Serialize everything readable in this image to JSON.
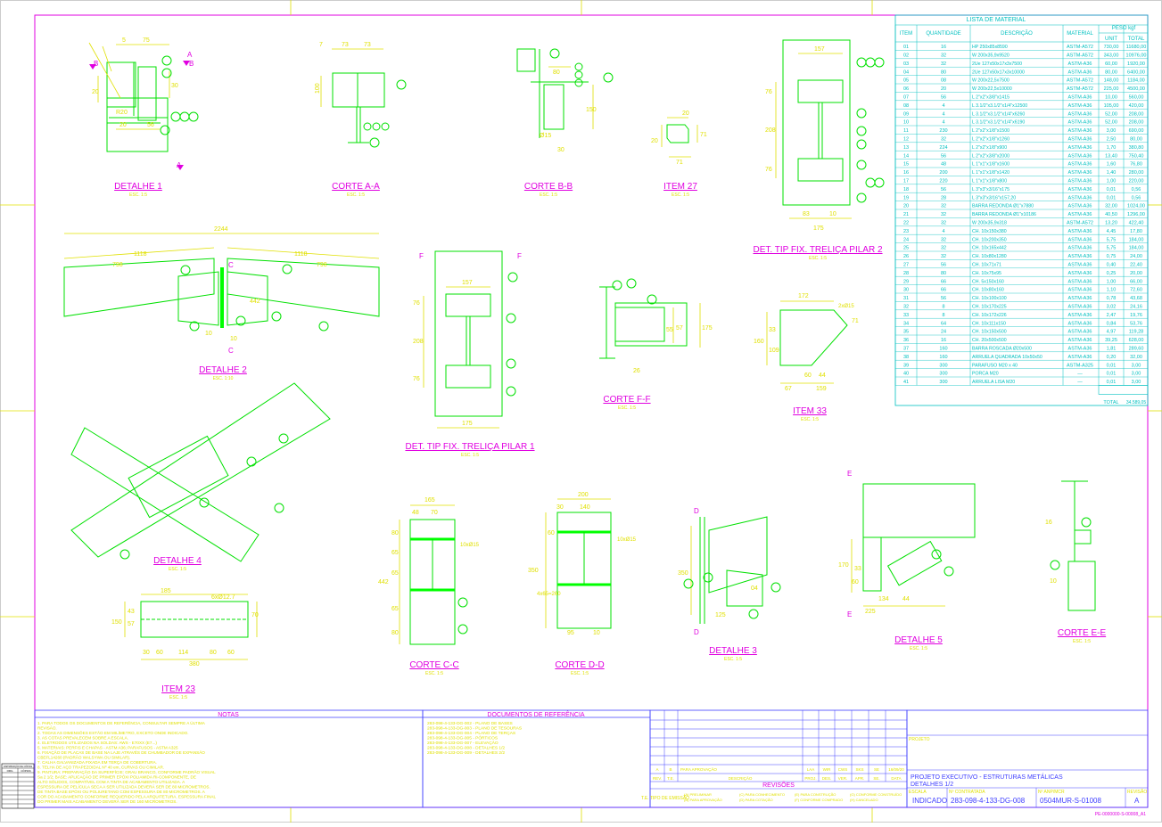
{
  "sheet": {
    "ids_drawing_code": "PE-0000000-S-00008_A1"
  },
  "views": {
    "detalhe1": {
      "title": "DETALHE 1",
      "scale": "ESC. 1:5",
      "sec_a": "A",
      "sec_b": "B"
    },
    "cortea": {
      "title": "CORTE A-A",
      "scale": "ESC. 1:5"
    },
    "corteb": {
      "title": "CORTE B-B",
      "scale": "ESC. 1:5"
    },
    "item27": {
      "title": "ITEM 27",
      "scale": "ESC. 1:5"
    },
    "dettip2": {
      "title": "DET. TIP FIX. TRELIÇA PILAR 2",
      "scale": "ESC. 1:5"
    },
    "detalhe2": {
      "title": "DETALHE 2",
      "scale": "ESC. 1:10",
      "sec_c": "C"
    },
    "dettip1": {
      "title": "DET. TIP FIX. TRELIÇA PILAR 1",
      "scale": "ESC. 1:5",
      "sec_f": "F"
    },
    "cortef": {
      "title": "CORTE F-F",
      "scale": "ESC. 1:5"
    },
    "item33": {
      "title": "ITEM 33",
      "scale": "ESC. 1:5"
    },
    "detalhe4": {
      "title": "DETALHE 4",
      "scale": "ESC. 1:5"
    },
    "item23": {
      "title": "ITEM 23",
      "scale": "ESC. 1:5"
    },
    "cortec": {
      "title": "CORTE C-C",
      "scale": "ESC. 1:5"
    },
    "corted": {
      "title": "CORTE D-D",
      "scale": "ESC. 1:5"
    },
    "detalhe3": {
      "title": "DETALHE 3",
      "scale": "ESC. 1:5",
      "sec_d": "D"
    },
    "detalhe5": {
      "title": "DETALHE 5",
      "scale": "ESC. 1:5",
      "sec_e": "E"
    },
    "cortee": {
      "title": "CORTE E-E",
      "scale": "ESC. 1:5"
    }
  },
  "dims": {
    "d1": [
      "5",
      "75",
      "20",
      "30",
      "20",
      "56",
      "R20"
    ],
    "ca": [
      "7",
      "73",
      "73",
      "100"
    ],
    "cb": [
      "80",
      "150",
      "30",
      "Ø15"
    ],
    "i27": [
      "20",
      "20",
      "71",
      "71"
    ],
    "t2": [
      "157",
      "76",
      "208",
      "76",
      "83",
      "10",
      "175"
    ],
    "d2": [
      "2244",
      "1118",
      "798",
      "1118",
      "798",
      "442",
      "10",
      "10"
    ],
    "t1": [
      "157",
      "76",
      "208",
      "76",
      "175"
    ],
    "cf": [
      "55",
      "57",
      "175",
      "26"
    ],
    "i33": [
      "172",
      "2xØ15",
      "71",
      "160",
      "33",
      "109",
      "60",
      "44",
      "67",
      "159"
    ],
    "i23": [
      "185",
      "6xØ12.7",
      "150",
      "57",
      "43",
      "70",
      "30",
      "60",
      "114",
      "80",
      "60",
      "380"
    ],
    "cc": [
      "165",
      "48",
      "70",
      "10xØ15",
      "80",
      "65",
      "65",
      "65",
      "80",
      "442"
    ],
    "cd": [
      "200",
      "30",
      "140",
      "10xØ15",
      "60",
      "350",
      "4x65=260",
      "95",
      "10"
    ],
    "d3": [
      "350",
      "04",
      "125"
    ],
    "d5": [
      "170",
      "60",
      "33",
      "134",
      "44",
      "225"
    ],
    "ce": [
      "16",
      "10"
    ]
  },
  "material_list": {
    "title": "LISTA DE MATERIAL",
    "headers": {
      "item": "ITEM",
      "qty": "QUANTIDADE",
      "desc": "DESCRIÇÃO",
      "mat": "MATERIAL",
      "peso": "PESO kgf",
      "unit": "UNIT",
      "total": "TOTAL"
    },
    "rows": [
      [
        "01",
        "16",
        "HP 250x85x8590",
        "ASTM-A572",
        "730,00",
        "11680,00"
      ],
      [
        "02",
        "32",
        "W 200x35,9x9520",
        "ASTM-A572",
        "343,00",
        "10976,00"
      ],
      [
        "03",
        "32",
        "2Ue 127x50x17x3x7500",
        "ASTM-A36",
        "60,00",
        "1920,00"
      ],
      [
        "04",
        "80",
        "2Ue 127x50x17x3x10000",
        "ASTM-A36",
        "80,00",
        "6400,00"
      ],
      [
        "05",
        "08",
        "W 200x22,5x7500",
        "ASTM-A572",
        "148,00",
        "1184,00"
      ],
      [
        "06",
        "20",
        "W 200x22,5x10000",
        "ASTM-A572",
        "225,00",
        "4500,00"
      ],
      [
        "07",
        "56",
        "L 2\"x2\"x3/8\"x1415",
        "ASTM-A36",
        "10,00",
        "560,00"
      ],
      [
        "08",
        "4",
        "L 3.1/2\"x3.1/2\"x1/4\"x12500",
        "ASTM-A36",
        "105,00",
        "420,00"
      ],
      [
        "09",
        "4",
        "L 3.1/2\"x3.1/2\"x1/4\"x6260",
        "ASTM-A36",
        "52,00",
        "208,00"
      ],
      [
        "10",
        "4",
        "L 3.1/2\"x3.1/2\"x1/4\"x6190",
        "ASTM-A36",
        "52,00",
        "208,00"
      ],
      [
        "11",
        "230",
        "L 2\"x2\"x1/8\"x1500",
        "ASTM-A36",
        "3,00",
        "690,00"
      ],
      [
        "12",
        "32",
        "L 2\"x2\"x1/8\"x1260",
        "ASTM-A36",
        "2,50",
        "80,00"
      ],
      [
        "13",
        "224",
        "L 2\"x2\"x1/8\"x900",
        "ASTM-A36",
        "1,70",
        "380,80"
      ],
      [
        "14",
        "56",
        "L 2\"x2\"x3/8\"x2000",
        "ASTM-A36",
        "13,40",
        "750,40"
      ],
      [
        "15",
        "48",
        "L 1\"x1\"x1/8\"x1600",
        "ASTM-A36",
        "1,60",
        "76,80"
      ],
      [
        "16",
        "200",
        "L 1\"x1\"x1/8\"x1420",
        "ASTM-A36",
        "1,40",
        "280,00"
      ],
      [
        "17",
        "220",
        "L 1\"x1\"x1/8\"x800",
        "ASTM-A36",
        "1,00",
        "220,00"
      ],
      [
        "18",
        "56",
        "L 3\"x3\"x3/16\"x175",
        "ASTM-A36",
        "0,01",
        "0,56"
      ],
      [
        "19",
        "28",
        "L 3\"x3\"x3/16\"x157,20",
        "ASTM-A36",
        "0,01",
        "0,56"
      ],
      [
        "20",
        "32",
        "BARRA REDONDA Ø1\"x7880",
        "ASTM-A36",
        "32,00",
        "1024,00"
      ],
      [
        "21",
        "32",
        "BARRA REDONDA Ø1\"x10186",
        "ASTM-A36",
        "40,50",
        "1296,00"
      ],
      [
        "22",
        "32",
        "W 200x35,9x318",
        "ASTM-A572",
        "13,20",
        "422,40"
      ],
      [
        "23",
        "4",
        "CH. 10x150x380",
        "ASTM-A36",
        "4,45",
        "17,80"
      ],
      [
        "24",
        "32",
        "CH. 10x200x350",
        "ASTM-A36",
        "5,75",
        "184,00"
      ],
      [
        "25",
        "32",
        "CH. 10x165x442",
        "ASTM-A36",
        "5,75",
        "184,00"
      ],
      [
        "26",
        "32",
        "CH. 10x80x1280",
        "ASTM-A36",
        "0,75",
        "24,00"
      ],
      [
        "27",
        "56",
        "CH. 10x71x71",
        "ASTM-A36",
        "0,40",
        "22,40"
      ],
      [
        "28",
        "80",
        "CH. 10x75x95",
        "ASTM-A36",
        "0,25",
        "20,00"
      ],
      [
        "29",
        "66",
        "CH. 5x150x160",
        "ASTM-A36",
        "1,00",
        "66,00"
      ],
      [
        "30",
        "66",
        "CH. 10x80x160",
        "ASTM-A36",
        "1,10",
        "72,60"
      ],
      [
        "31",
        "56",
        "CH. 10x100x100",
        "ASTM-A36",
        "0,78",
        "43,68"
      ],
      [
        "32",
        "8",
        "CH. 10x170x225",
        "ASTM-A36",
        "3,02",
        "24,16"
      ],
      [
        "33",
        "8",
        "CH. 10x172x226",
        "ASTM-A36",
        "2,47",
        "19,76"
      ],
      [
        "34",
        "64",
        "CH. 10x111x150",
        "ASTM-A36",
        "0,84",
        "53,76"
      ],
      [
        "35",
        "24",
        "CH. 10x150x500",
        "ASTM-A36",
        "4,97",
        "119,28"
      ],
      [
        "36",
        "16",
        "CH. 20x500x500",
        "ASTM-A36",
        "39,25",
        "628,00"
      ],
      [
        "37",
        "160",
        "BARRA ROSCADA Ø20x500",
        "ASTM-A36",
        "1,81",
        "289,60"
      ],
      [
        "38",
        "160",
        "ARRUELA QUADRADA 10x50x50",
        "ASTM-A36",
        "0,20",
        "32,00"
      ],
      [
        "39",
        "300",
        "PARAFUSO M20 x 40",
        "ASTM-A325",
        "0,01",
        "3,00"
      ],
      [
        "40",
        "300",
        "PORCA M20",
        "—",
        "0,01",
        "3,00"
      ],
      [
        "41",
        "300",
        "ARRUELA LISA M20",
        "—",
        "0,01",
        "3,00"
      ]
    ],
    "total_label": "TOTAL",
    "total_value": "34.589,05"
  },
  "notes": {
    "title": "NOTAS",
    "lines": [
      "1. PARA TODOS OS DOCUMENTOS DE REFERÊNCIA, CONSULTAR SEMPRE A ÚLTIMA",
      "   REVISÃO.",
      "2. TODAS AS DIMENSÕES ESTÃO EM MILÍMETRO, EXCETO ONDE INDICADO.",
      "3. AS COTAS PREVALECEM SOBRE A ESCALA.",
      "4. ELETRODOS UTILIZADOS NA SOLDAS: AWS - E70XX (E7...)",
      "5. MATERIAIS: PERFIS E CHAPAS - ASTM A36; PARAFUSOS - ASTM A325",
      "6. FIXAÇÃO DE PLACAS DE BASE NA LAJE ATRAVÉS DE CHUMBADOR DE EXPANSÃO",
      "   CBEFL14260 (PADRÃO WALSYWA OU SIMILAR).",
      "7. CALHA GALVANIZADA FIXADA EM TERÇA DE COBERTURA.",
      "8. TELHA DE AÇO TRAPEZOIDAL Nº 40 em, CURVAS OU CIMILAR.",
      "9. PINTURA: PREPARAÇÃO DA SUPERFÍCIE: GRAU BRANCO, CONFORME PADRÃO VISUAL",
      "   Sa 2 1/2; BASE: APLICAÇÃO DE PRIMER EPÓXI POLIAMIDA RI-COMPONENTE, DE",
      "   ALTO SÓLIDOS, COMPATÍVEL COM A TINTA DE ACABAMENTO UTILIZADA. A",
      "   ESPESSURA DE PELÍCULA SECA A SER UTILIZADA DEVERÁ SER DE 80 MICROMETROS.",
      "   DE TINTA BASE EPÓXI OU POLIURETANO COM ESPESSURA DE 80 MICROMETROS. A",
      "   COR DO ACABAMENTO CONFORME REQUERIDO PELA ARQUITETURA. ESPESSURA FINAL",
      "   DO PRIMER MAIS ACABAMENTO DEVERÁ SER DE 160 MICROMETROS."
    ]
  },
  "references": {
    "title": "DOCUMENTOS DE REFERÊNCIA",
    "lines": [
      "283-098-4-133-DG-002 - PLANO DE BASES",
      "283-098-4-133-DG-003 - PLANO DE TESOURAS",
      "283-098-4-133-DG-004 - PLANO DE TERÇAS",
      "283-098-4-133-DG-005 - PÓRTICOS",
      "283-098-4-133-DG-007 - ELEVAÇÃO",
      "283-098-4-133-DG-008 - DETALHES 1/2",
      "283-098-4-133-DG-009 - DETALHES 2/2"
    ]
  },
  "revisions": {
    "row_a": [
      "A",
      "B",
      "PARA APROVAÇÃO",
      "LAA",
      "WIR",
      "CWS",
      "SKS",
      "SE",
      "16/09/20"
    ],
    "headers": [
      "REV.",
      "T.E.",
      "DESCRIÇÃO",
      "PROJ.",
      "DES.",
      "VER.",
      "APR.",
      "SE.",
      "DATA"
    ],
    "title": "REVISÕES",
    "tipo_label": "T.E. TIPO DE EMISSÃO",
    "types": [
      "(A) PRELIMINAR",
      "(C) PARA CONHECIMENTO",
      "(E) PARA CONSTRUÇÃO",
      "(G) CONFORME CONSTRUÍDO",
      "(B) PARA APROVAÇÃO",
      "(D) PARA COTAÇÃO",
      "(F) CONFORME COMPRADO",
      "(H) CANCELADO"
    ]
  },
  "title_block": {
    "projeto_label": "PROJETO",
    "project_title": "PROJETO EXECUTIVO - ESTRUTURAS METÁLICAS",
    "sheet_title": "DETALHES 1/2",
    "escala_label": "ESCALA",
    "escala_value": "INDICADO",
    "contratada_label": "Nº CONTRATADA",
    "contratada_value": "283-098-4-133-DG-008",
    "anp_label": "Nº ANP/MCR",
    "anp_value": "0504MUR-S-01008",
    "revisao_label": "REVISÃO",
    "revisao_value": "A"
  },
  "stamp": {
    "rows": [
      "DISTRIBUIÇÃO DE CÓPIAS",
      "ORG",
      "CÓPIAS"
    ]
  }
}
